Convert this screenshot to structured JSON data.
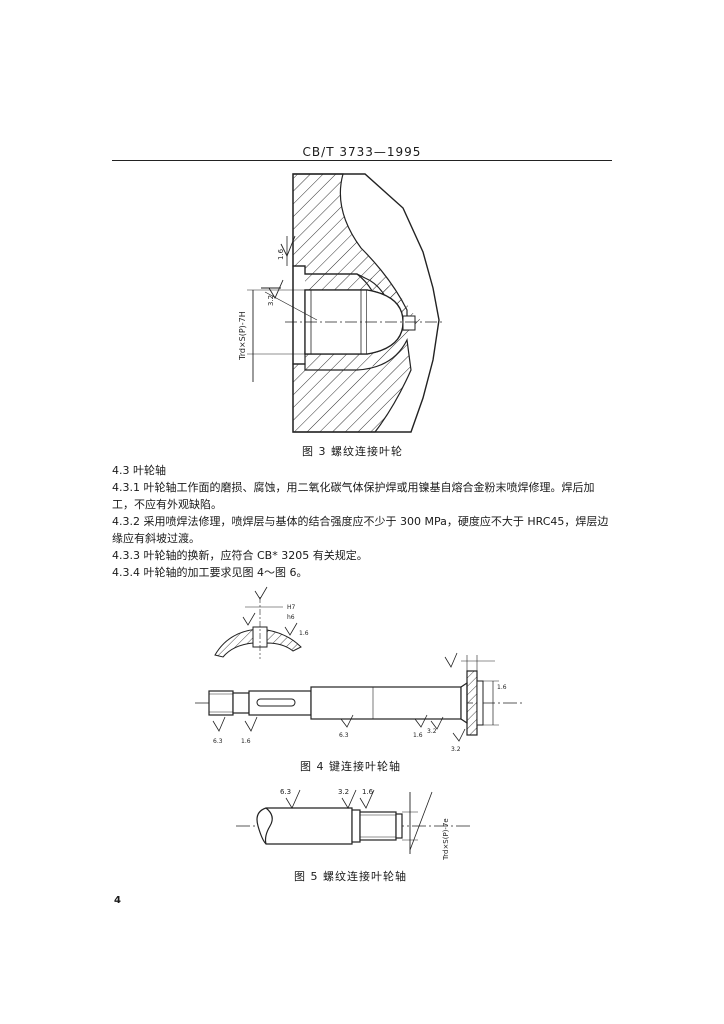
{
  "header": {
    "standard_no": "CB/T 3733—1995"
  },
  "figure3": {
    "caption": "图 3   螺纹连接叶轮",
    "thread_label": "Trd×S(P)-7H",
    "roughness_top": "1.6",
    "roughness_bore": "3.2"
  },
  "section_4_3": {
    "heading": "4.3   叶轮轴",
    "p1_line1": "4.3.1   叶轮轴工作面的磨损、腐蚀，用二氧化碳气体保护焊或用镍基自熔合金粉末喷焊修理。焊后加",
    "p1_line2": "工，不应有外观缺陷。",
    "p2_line1": "4.3.2   采用喷焊法修理，喷焊层与基体的结合强度应不少于 300 MPa，硬度应不大于 HRC45，焊层边",
    "p2_line2": "缘应有斜坡过渡。",
    "p3": "4.3.3   叶轮轴的换新，应符合 CB* 3205 有关规定。",
    "p4": "4.3.4   叶轮轴的加工要求见图 4～图 6。"
  },
  "figure4": {
    "caption": "图 4   键连接叶轮轴",
    "fit_top": "H7",
    "fit_bottom": "h6",
    "roughness_labels": [
      "1.6",
      "6.3",
      "1.6",
      "6.3",
      "1.6",
      "3.2",
      "3.2",
      "1.6"
    ]
  },
  "figure5": {
    "caption": "图 5   螺纹连接叶轮轴",
    "roughness_left": "6.3",
    "roughness_mid": "3.2",
    "roughness_right": "1.6",
    "thread_label": "Trd×S(P)-7e"
  },
  "page_number": "4"
}
